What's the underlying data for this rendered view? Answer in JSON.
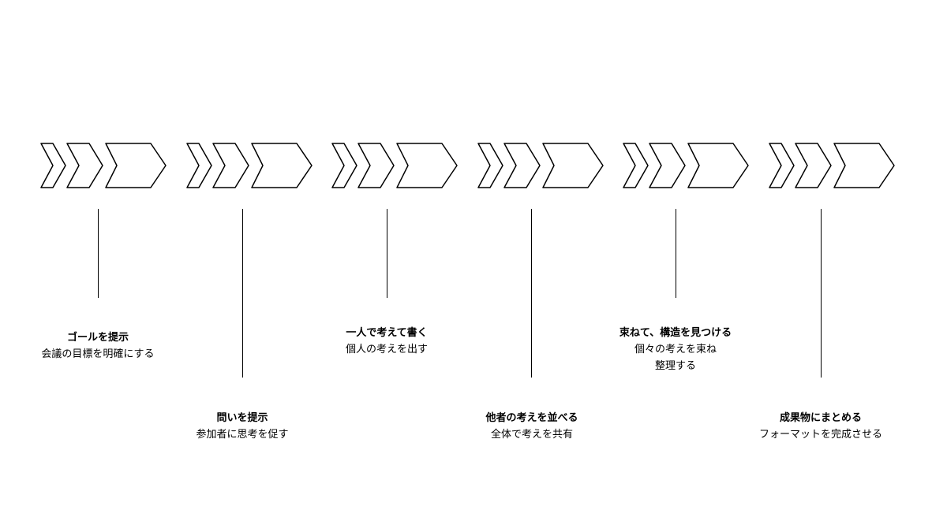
{
  "steps": [
    {
      "title": "ゴールを提示",
      "desc": [
        "会議の目標を明確にする"
      ],
      "position": "upper"
    },
    {
      "title": "問いを提示",
      "desc": [
        "参加者に思考を促す"
      ],
      "position": "lower"
    },
    {
      "title": "一人で考えて書く",
      "desc": [
        "個人の考えを出す"
      ],
      "position": "upper"
    },
    {
      "title": "他者の考えを並べる",
      "desc": [
        "全体で考えを共有"
      ],
      "position": "lower"
    },
    {
      "title": "束ねて、構造を見つける",
      "desc": [
        "個々の考えを束ね",
        "整理する"
      ],
      "position": "upper"
    },
    {
      "title": "成果物にまとめる",
      "desc": [
        "フォーマットを完成させる"
      ],
      "position": "lower"
    }
  ],
  "colors": {
    "stroke": "#000000",
    "background": "#ffffff"
  },
  "icon": "triple-chevron-arrow-icon"
}
